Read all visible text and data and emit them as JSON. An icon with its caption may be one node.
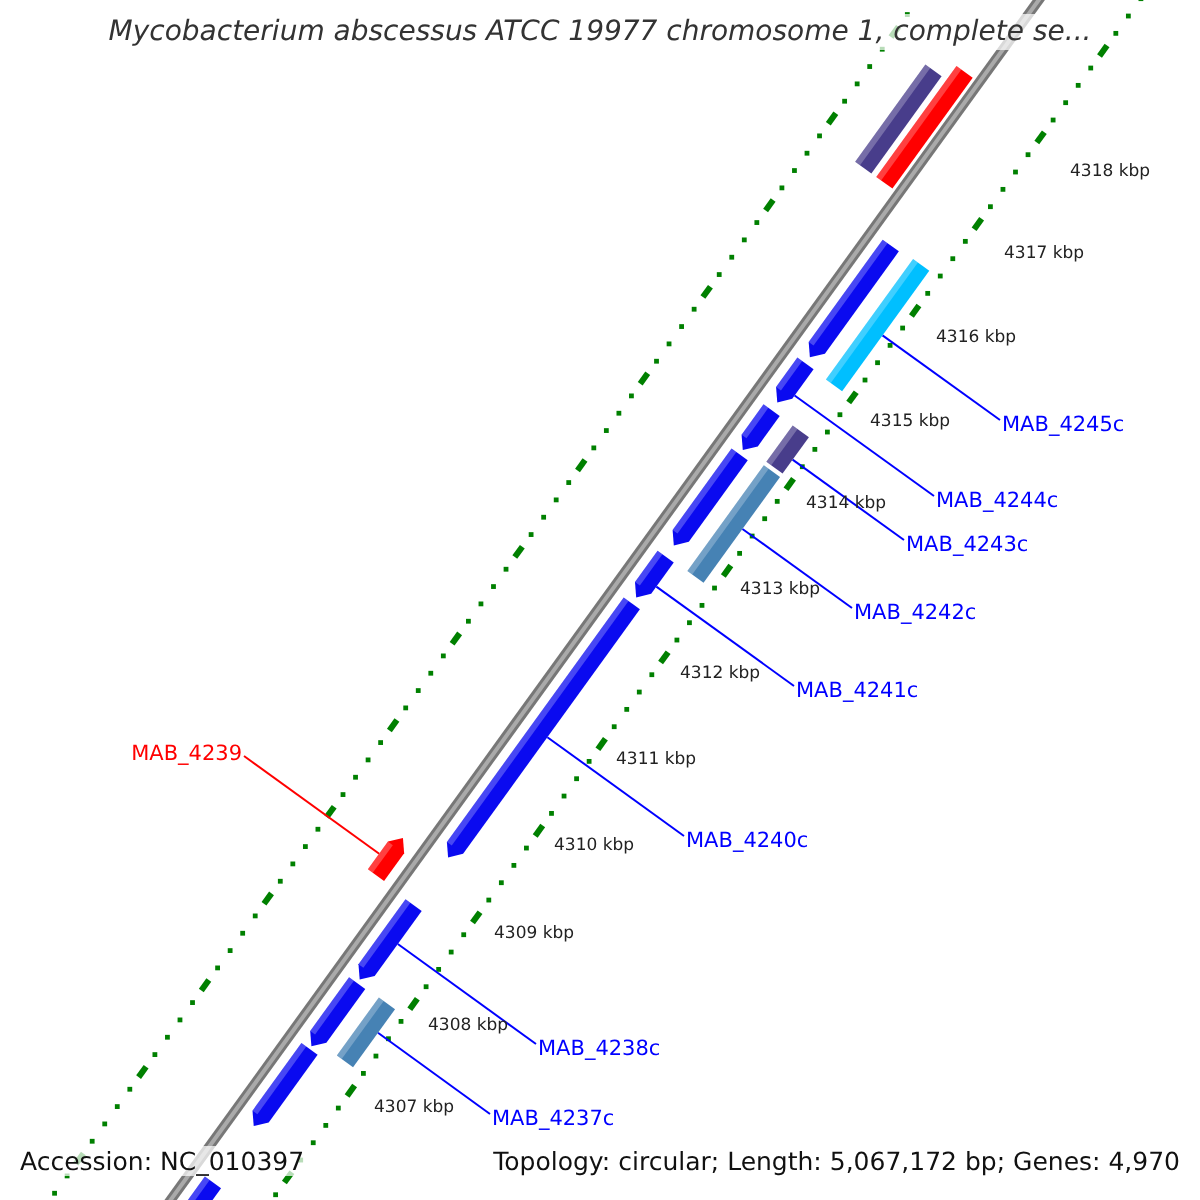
{
  "diagram": {
    "title": "Mycobacterium abscessus ATCC 19977 chromosome 1, complete se...",
    "nodes": [
      {
        "text": [
          "MAB_4245c"
        ]
      },
      {
        "text": [
          "MAB_4244c"
        ]
      },
      {
        "text": [
          "MAB_4243c"
        ]
      },
      {
        "text": [
          "MAB_4242c"
        ]
      },
      {
        "text": [
          "MAB_4241c"
        ]
      },
      {
        "text": [
          "MAB_4239"
        ]
      },
      {
        "text": [
          "MAB_4240c"
        ]
      },
      {
        "text": [
          "MAB_4238c"
        ]
      },
      {
        "text": [
          "MAB_4237c"
        ]
      },
      {
        "text": [],
        "shape": "bar"
      },
      {
        "text": [],
        "shape": "bar"
      },
      {
        "text": [],
        "shape": "bar"
      },
      {
        "text": [],
        "shape": "bar"
      },
      {
        "text": [],
        "shape": "bar"
      },
      {
        "text": [],
        "shape": "bar"
      },
      {
        "text": [],
        "shape": "bar"
      },
      {
        "text": [],
        "shape": "bar"
      },
      {
        "text": [],
        "shape": "bar"
      },
      {
        "text": [],
        "shape": "bar"
      },
      {
        "text": [],
        "shape": "bar"
      },
      {
        "text": [],
        "shape": "bar"
      },
      {
        "text": [],
        "shape": "bar"
      },
      {
        "text": [],
        "shape": "bar"
      },
      {
        "text": [],
        "shape": "bar"
      },
      {
        "text": [],
        "shape": "bar"
      },
      {
        "text": [],
        "shape": "bar"
      }
    ],
    "edges": [
      {
        "from": 0,
        "to": 11,
        "arrow": "none"
      },
      {
        "from": 1,
        "to": 13,
        "arrow": "none"
      },
      {
        "from": 2,
        "to": 14,
        "arrow": "none"
      },
      {
        "from": 3,
        "to": 16,
        "arrow": "none"
      },
      {
        "from": 4,
        "to": 18,
        "arrow": "none"
      },
      {
        "from": 5,
        "to": 20,
        "arrow": "none",
        "color": "#ff0000"
      },
      {
        "from": 6,
        "to": 19,
        "arrow": "none"
      },
      {
        "from": 7,
        "to": 21,
        "arrow": "none"
      },
      {
        "from": 8,
        "to": 23,
        "arrow": "none"
      }
    ],
    "labels": [
      "4318 kbp",
      "4317 kbp",
      "4316 kbp",
      "4315 kbp",
      "4314 kbp",
      "4313 kbp",
      "4312 kbp",
      "4311 kbp",
      "4310 kbp",
      "4309 kbp",
      "4308 kbp",
      "4307 kbp",
      "Accession: NC_010397",
      "Topology: circular; Length: 5,067,172 bp; Genes: 4,970"
    ]
  }
}
